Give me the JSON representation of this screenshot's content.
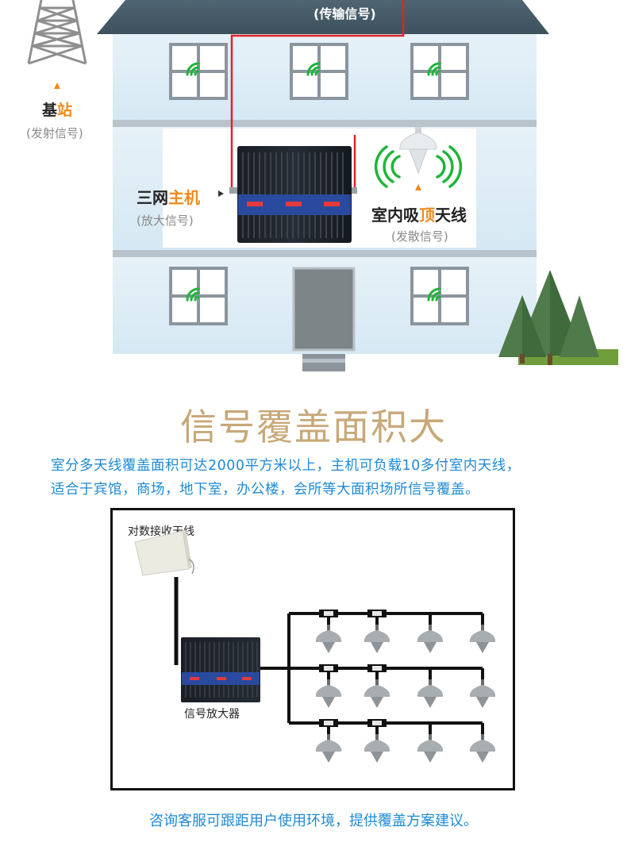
{
  "top_labels": {
    "transmit_signal": "(传输信号)",
    "base_station": {
      "part1": "基",
      "part2": "站"
    },
    "base_station_sub": "(发射信号)",
    "host": {
      "part1": "三网",
      "part2": "主机"
    },
    "host_sub": "(放大信号)",
    "antenna": {
      "part1": "室内吸",
      "part2": "顶",
      "part3": "天线"
    },
    "antenna_sub": "(发散信号)"
  },
  "headline": "信号覆盖面积大",
  "description": [
    "室分多天线覆盖面积可达2000平方米以上，主机可负载10多付室内天线，",
    "适合于宾馆，商场，地下室，办公楼，会所等大面积场所信号覆盖。"
  ],
  "diagram": {
    "receive_antenna_label": "对数接收天线",
    "amplifier_label": "信号放大器"
  },
  "footer": "咨询客服可跟距用户使用环境，提供覆盖方案建议。",
  "colors": {
    "accent_orange": "#f08a1c",
    "signal_green": "#1fb53a",
    "cable_red": "#e0242a",
    "headline_gold": "#c7a878",
    "text_blue": "#1f8ad3",
    "wall_blue": "#dcecf6"
  },
  "icons": [
    "tower-icon",
    "wifi-signal-icon",
    "ceiling-antenna-icon",
    "amplifier-device-icon",
    "log-periodic-antenna-icon",
    "splitter-icon",
    "tree-icon"
  ]
}
